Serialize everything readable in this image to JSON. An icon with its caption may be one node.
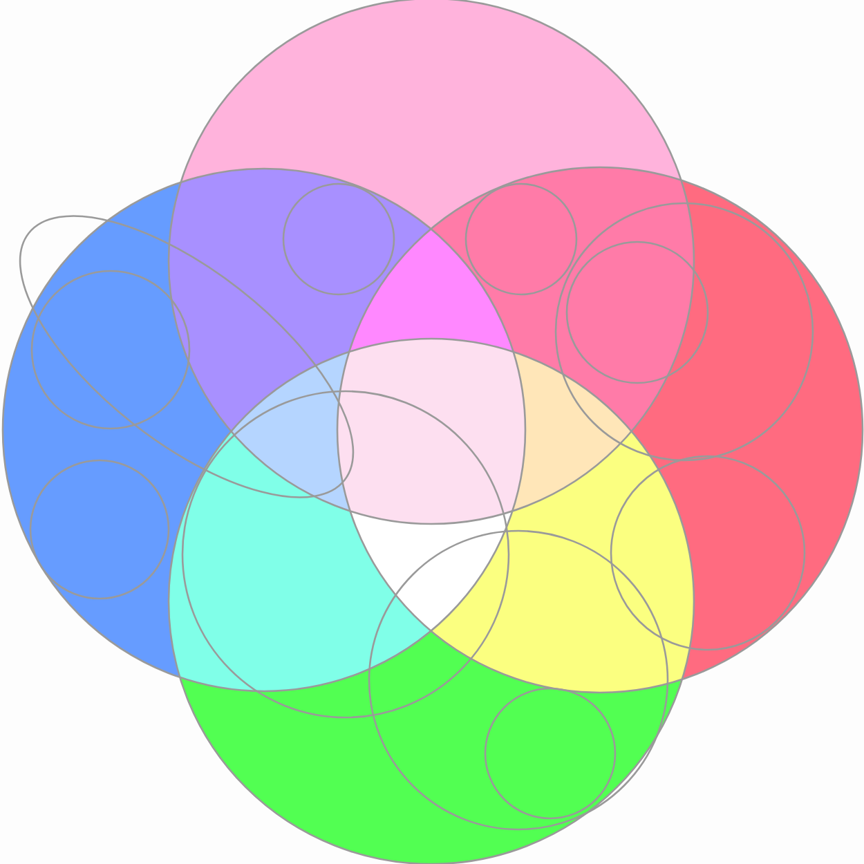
{
  "diagram": {
    "nodes": [
      {
        "text": [],
        "shape": "circle"
      },
      {
        "text": [],
        "shape": "circle"
      },
      {
        "text": [],
        "shape": "circle"
      },
      {
        "text": [],
        "shape": "circle"
      },
      {
        "text": [],
        "shape": "circle"
      },
      {
        "text": [],
        "shape": "circle"
      },
      {
        "text": [],
        "shape": "circle",
        "in": 2
      },
      {
        "text": [],
        "shape": "circle",
        "in": 6
      },
      {
        "text": [],
        "shape": "ellipse",
        "in": 1
      },
      {
        "text": [],
        "shape": "circle",
        "in": 8
      },
      {
        "text": [],
        "shape": "circle",
        "in": 1
      },
      {
        "text": [],
        "shape": "circle",
        "in": 3
      },
      {
        "text": [],
        "shape": "circle",
        "in": 2
      },
      {
        "text": [],
        "shape": "circle",
        "in": 3
      },
      {
        "text": [],
        "shape": "circle",
        "in": 13
      }
    ]
  }
}
